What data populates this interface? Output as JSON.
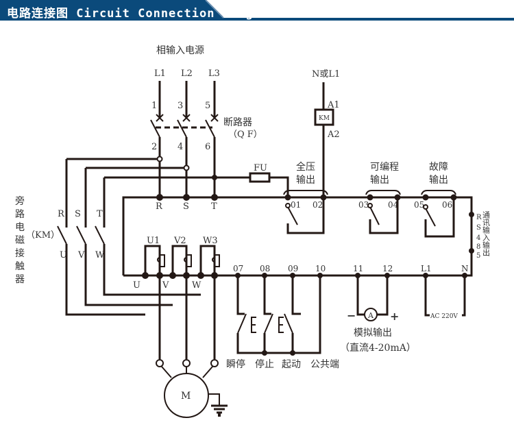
{
  "header": {
    "title": "电路连接图 Circuit Connection Diagram",
    "bar_color": "#0b4a7b"
  },
  "power": {
    "title": "相输入电源",
    "phases": [
      "L1",
      "L2",
      "L3"
    ],
    "in_terminals": [
      "1",
      "3",
      "5"
    ],
    "out_terminals": [
      "2",
      "4",
      "6"
    ],
    "breaker_label": "断路器",
    "breaker_code": "（Q F）"
  },
  "coil": {
    "supply": "N或L1",
    "a1": "A1",
    "a2": "A2",
    "name": "KM"
  },
  "fuse": "FU",
  "bus_labels": [
    "R",
    "S",
    "T"
  ],
  "outputs": [
    {
      "label_line1": "全压",
      "label_line2": "输出",
      "terminals": [
        "01",
        "02"
      ]
    },
    {
      "label_line1": "可编程",
      "label_line2": "输出",
      "terminals": [
        "03",
        "04"
      ]
    },
    {
      "label_line1": "故障",
      "label_line2": "输出",
      "terminals": [
        "05",
        "06"
      ]
    }
  ],
  "rs485": {
    "letters": [
      "R",
      "S",
      "4",
      "8",
      "5"
    ],
    "label": "通讯输入输出"
  },
  "bypass": {
    "label_chars": [
      "旁",
      "路",
      "电",
      "磁",
      "接",
      "触",
      "器"
    ],
    "code": "（KM）",
    "inputs": [
      "R",
      "S",
      "T"
    ],
    "outputs": [
      "U",
      "V",
      "W"
    ]
  },
  "motor_terminals": {
    "top": [
      "U1",
      "V2",
      "W3"
    ],
    "bottom": [
      "U",
      "V",
      "W"
    ]
  },
  "motor": "M",
  "control_terminals": [
    "07",
    "08",
    "09",
    "10",
    "11",
    "12",
    "L1",
    "N"
  ],
  "control_labels": [
    "瞬停",
    "停止",
    "起动",
    "公共端"
  ],
  "analog": {
    "minus": "−",
    "plus": "+",
    "meter": "A",
    "label": "模拟输出",
    "range": "（直流4-20mA）"
  },
  "supply_label": "AC 220V"
}
